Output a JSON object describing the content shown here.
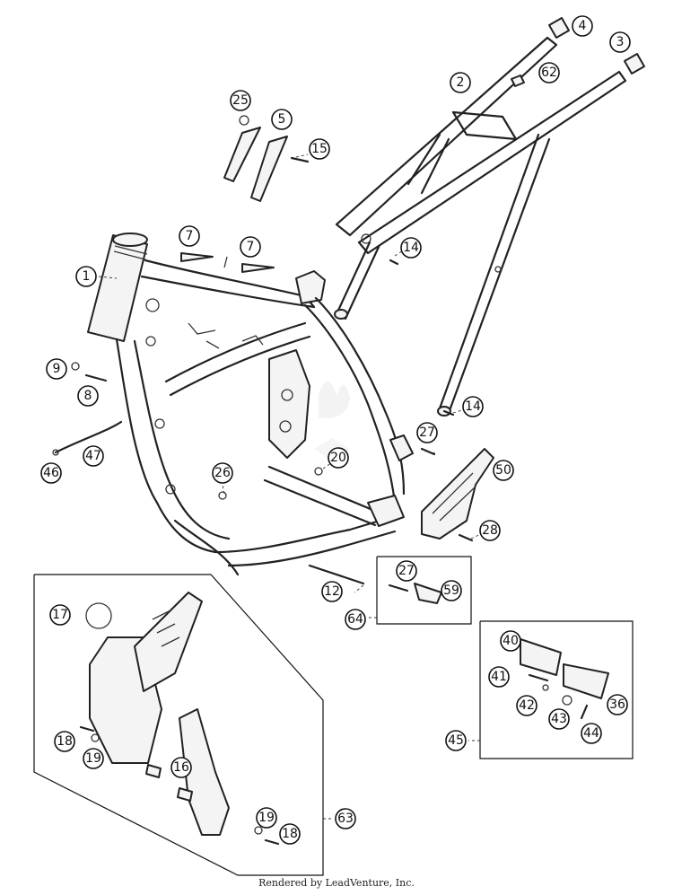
{
  "callouts": [
    {
      "id": "c1",
      "label": "1"
    },
    {
      "id": "c2",
      "label": "2"
    },
    {
      "id": "c3",
      "label": "3"
    },
    {
      "id": "c4",
      "label": "4"
    },
    {
      "id": "c5",
      "label": "5"
    },
    {
      "id": "c7a",
      "label": "7"
    },
    {
      "id": "c7b",
      "label": "7"
    },
    {
      "id": "c8",
      "label": "8"
    },
    {
      "id": "c9",
      "label": "9"
    },
    {
      "id": "c12",
      "label": "12"
    },
    {
      "id": "c14a",
      "label": "14"
    },
    {
      "id": "c14b",
      "label": "14"
    },
    {
      "id": "c15",
      "label": "15"
    },
    {
      "id": "c16",
      "label": "16"
    },
    {
      "id": "c17",
      "label": "17"
    },
    {
      "id": "c18a",
      "label": "18"
    },
    {
      "id": "c18b",
      "label": "18"
    },
    {
      "id": "c19a",
      "label": "19"
    },
    {
      "id": "c19b",
      "label": "19"
    },
    {
      "id": "c20",
      "label": "20"
    },
    {
      "id": "c25",
      "label": "25"
    },
    {
      "id": "c26",
      "label": "26"
    },
    {
      "id": "c27a",
      "label": "27"
    },
    {
      "id": "c27b",
      "label": "27"
    },
    {
      "id": "c28",
      "label": "28"
    },
    {
      "id": "c36",
      "label": "36"
    },
    {
      "id": "c40",
      "label": "40"
    },
    {
      "id": "c41",
      "label": "41"
    },
    {
      "id": "c42",
      "label": "42"
    },
    {
      "id": "c43",
      "label": "43"
    },
    {
      "id": "c44",
      "label": "44"
    },
    {
      "id": "c45",
      "label": "45"
    },
    {
      "id": "c46",
      "label": "46"
    },
    {
      "id": "c47",
      "label": "47"
    },
    {
      "id": "c50",
      "label": "50"
    },
    {
      "id": "c59",
      "label": "59"
    },
    {
      "id": "c62",
      "label": "62"
    },
    {
      "id": "c63",
      "label": "63"
    },
    {
      "id": "c64",
      "label": "64"
    }
  ],
  "footer": {
    "credit": "Rendered by LeadVenture, Inc."
  },
  "colors": {
    "line": "#222222",
    "background": "#ffffff"
  }
}
